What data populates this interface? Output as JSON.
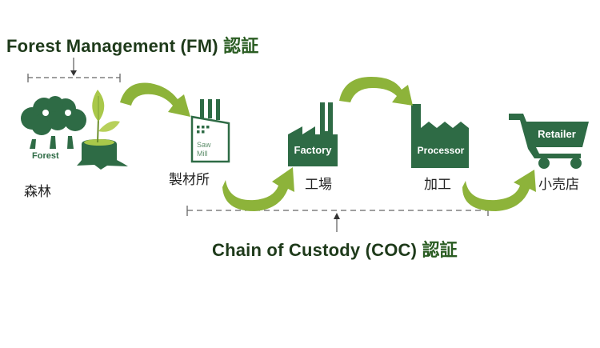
{
  "fm_heading": {
    "text": "Forest Management (FM)",
    "jp": "認証"
  },
  "coc_heading": {
    "text": "Chain of Custody (COC)",
    "jp": "認証"
  },
  "stages": [
    {
      "id": "forest",
      "icon": "forest-icon",
      "icon_label": "Forest",
      "label": "森林"
    },
    {
      "id": "sawmill",
      "icon": "sawmill-icon",
      "icon_label_line1": "Saw",
      "icon_label_line2": "Mill",
      "label": "製材所"
    },
    {
      "id": "factory",
      "icon": "factory-icon",
      "icon_label": "Factory",
      "label": "工場"
    },
    {
      "id": "processor",
      "icon": "processor-icon",
      "icon_label": "Processor",
      "label": "加工"
    },
    {
      "id": "retailer",
      "icon": "cart-icon",
      "icon_label": "Retailer",
      "label": "小売店"
    }
  ],
  "colors": {
    "dark_green": "#2e6b45",
    "arrow_green": "#8db33a",
    "leaf_green": "#a9c84a",
    "heading_text": "#1e3a1a",
    "bracket_gray": "#666666"
  }
}
